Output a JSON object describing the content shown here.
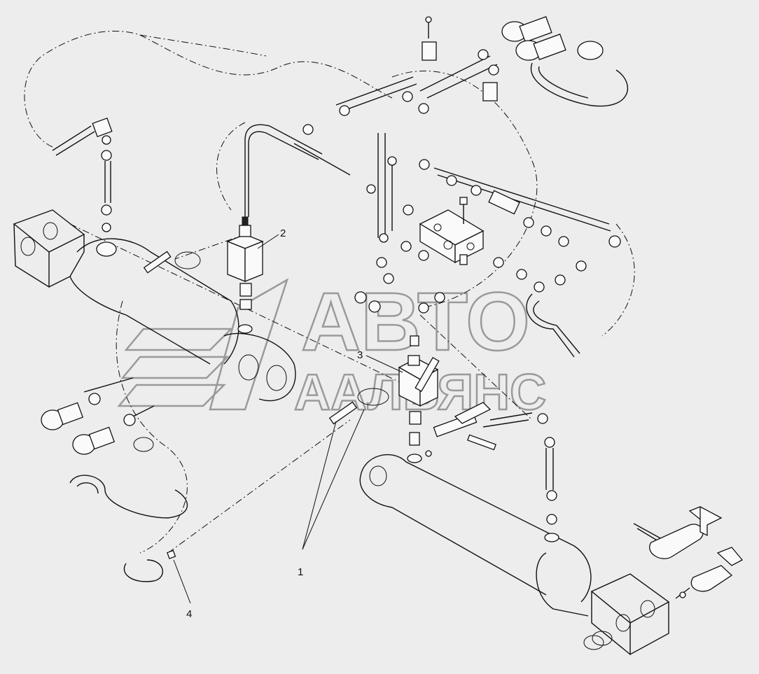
{
  "diagram": {
    "callouts": [
      {
        "id": "1",
        "text": "1"
      },
      {
        "id": "2",
        "text": "2"
      },
      {
        "id": "3",
        "text": "3"
      },
      {
        "id": "4",
        "text": "4"
      }
    ],
    "watermark": {
      "line1": "АВТО",
      "line2": "ААЛЬЯНС",
      "color": "#9a9a9a"
    }
  }
}
